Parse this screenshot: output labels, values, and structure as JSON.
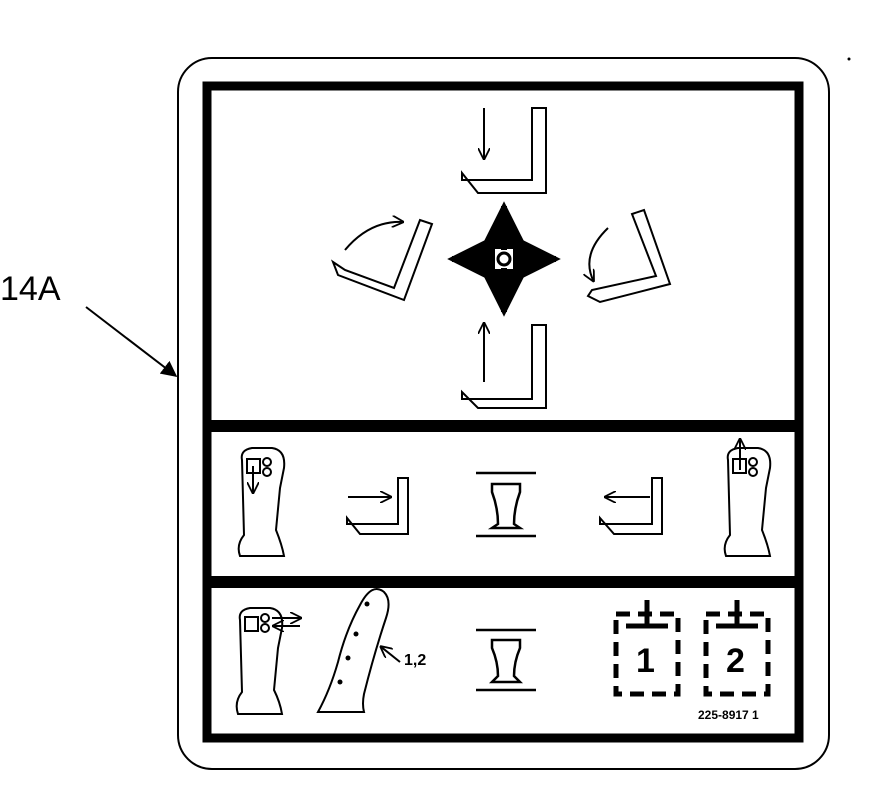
{
  "callout_label": "14A",
  "part_number": "225-8917  1",
  "joystick_buttons_label": "1,2",
  "cylinders": [
    {
      "label": "1"
    },
    {
      "label": "2"
    }
  ],
  "stray_mark": "."
}
